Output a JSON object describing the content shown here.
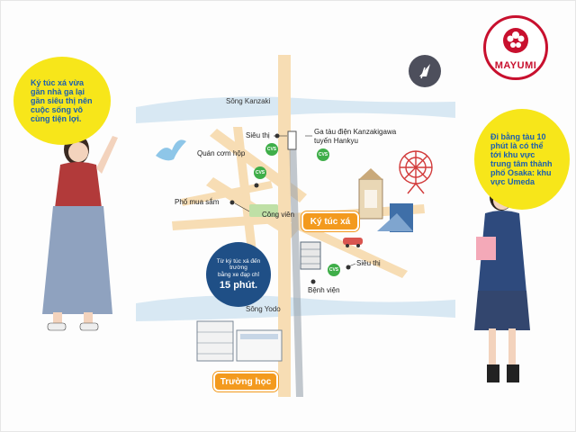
{
  "logo": {
    "brand": "MAYUMI",
    "color": "#c8102e"
  },
  "bubbles": {
    "left": "Ký túc xá vừa gần nhà ga lại gần siêu thị nên cuộc sống vô cùng tiện lợi.",
    "right": "Đi bằng tàu 10 phút là có thể tới khu vực trung tâm thành phố Osaka: khu vực Umeda",
    "commute_line1": "Từ ký túc xá đến",
    "commute_line2": "trường",
    "commute_line3": "bằng xe đạp chỉ",
    "commute_minutes": "15 phút."
  },
  "map_labels": {
    "river_top": "Sông Kanzaki",
    "river_bottom": "Sông Yodo",
    "supermarket_1": "Siêu thị",
    "supermarket_2": "Siêu thị",
    "station_line1": "Ga tàu điện Kanzakigawa",
    "station_line2": "tuyến Hankyu",
    "bento_shop": "Quán cơm hộp",
    "shopping_street": "Phố mua sắm",
    "park": "Công viên",
    "hospital": "Bệnh viện",
    "dorm": "Ký túc xá",
    "school": "Trường học",
    "cvs": "CVS"
  },
  "icons": {
    "compass": "compass-icon",
    "bird": "bird-icon",
    "ferris_wheel": "ferris-wheel-icon",
    "tower": "tower-icon",
    "car": "car-icon"
  },
  "colors": {
    "bubble_yellow": "#f7e61a",
    "bubble_text": "#1b5fae",
    "commute_blue": "#1f4f86",
    "tag_orange": "#f39a1e",
    "road": "#f7ddb4",
    "river": "#d8e8f3",
    "cvs_green": "#3fae49"
  }
}
